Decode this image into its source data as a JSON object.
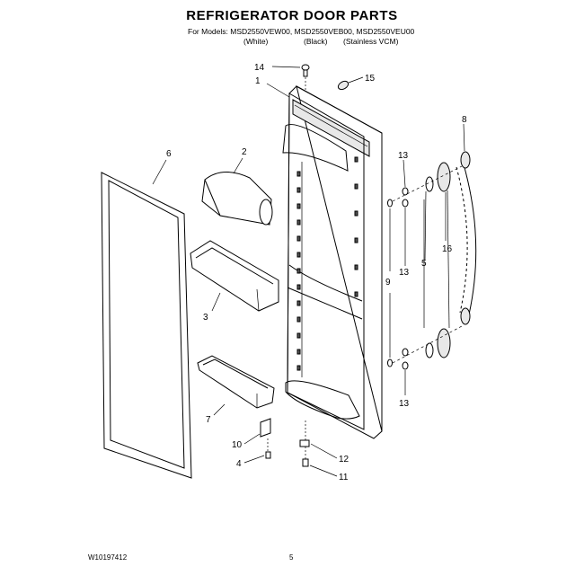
{
  "header": {
    "title": "REFRIGERATOR DOOR PARTS",
    "models_line": "For Models: MSD2550VEW00, MSD2550VEB00, MSD2550VEU00",
    "variants": [
      "(White)",
      "(Black)",
      "(Stainless VCM)"
    ]
  },
  "callouts": {
    "c1": "1",
    "c2": "2",
    "c3": "3",
    "c4": "4",
    "c5": "5",
    "c6": "6",
    "c7": "7",
    "c8": "8",
    "c9": "9",
    "c10": "10",
    "c11": "11",
    "c12": "12",
    "c13a": "13",
    "c13b": "13",
    "c13c": "13",
    "c14": "14",
    "c15": "15",
    "c16": "16"
  },
  "footer": {
    "doc_id": "W10197412",
    "page_number": "5"
  }
}
